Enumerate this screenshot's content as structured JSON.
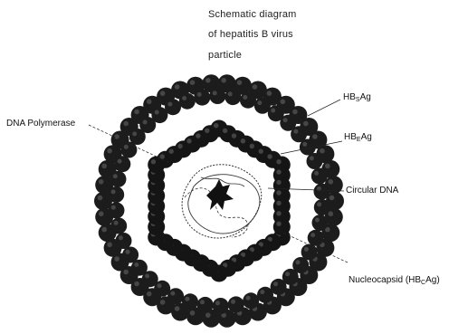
{
  "title": {
    "line1": "Schematic diagram",
    "line2": "of hepatitis B virus",
    "line3": "particle"
  },
  "labels": {
    "dna_polymerase": "DNA Polymerase",
    "hbsag_base": "HB",
    "hbsag_sub": "S",
    "hbsag_tail": "Ag",
    "hbeag_base": "HB",
    "hbeag_sub": "E",
    "hbeag_tail": "Ag",
    "circular_dna": "Circular DNA",
    "nucleocapsid_base": "Nucleocapsid (HB",
    "nucleocapsid_sub": "C",
    "nucleocapsid_tail": "Ag)"
  },
  "colors": {
    "envelope": "#1c1c1c",
    "capsid": "#151515",
    "highlight": "#6a6a6a",
    "dna": "#333333",
    "leader": "#222222",
    "core": "#111111"
  }
}
